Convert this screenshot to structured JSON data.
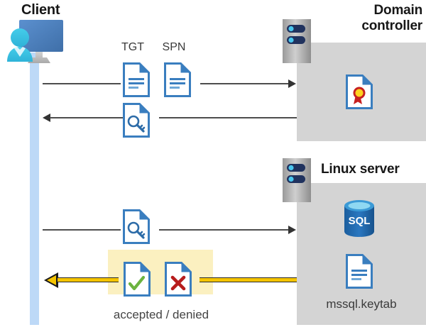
{
  "diagram": {
    "title_client": "Client",
    "caption_accepted_denied": "accepted / denied"
  },
  "labels": {
    "tgt": "TGT",
    "spn": "SPN",
    "keytab_file": "mssql.keytab"
  },
  "domain_controller": {
    "title_line1": "Domain",
    "title_line2": "controller",
    "icons": [
      "server-rack-icon",
      "certificate-document-icon"
    ]
  },
  "linux_server": {
    "title": "Linux server",
    "icons": [
      "server-rack-icon",
      "sql-database-icon",
      "keytab-document-icon"
    ]
  },
  "flows": [
    {
      "name": "tgt-spn-request",
      "direction": "right",
      "icons": [
        "tgt-document-icon",
        "spn-document-icon"
      ]
    },
    {
      "name": "service-ticket-response",
      "direction": "left",
      "icons": [
        "key-document-icon"
      ]
    },
    {
      "name": "service-ticket-presented",
      "direction": "right",
      "icons": [
        "key-document-icon"
      ]
    },
    {
      "name": "auth-result",
      "direction": "left",
      "icons": [
        "accepted-document-icon",
        "denied-document-icon"
      ]
    }
  ],
  "colors": {
    "panel_gray": "#d4d4d4",
    "lifeline_blue": "#bdd9f7",
    "doc_blue": "#3a7ebf",
    "highlight_yellow": "#fbf0c0",
    "arrow_yellow": "#f5c400",
    "arrow_gray": "#4d4d4d",
    "accept_green": "#6cb33f",
    "deny_red": "#b71c1c",
    "sql_blue": "#1f6cb0",
    "person_cyan": "#32c3e8",
    "monitor_blue": "#4a7ebb"
  }
}
